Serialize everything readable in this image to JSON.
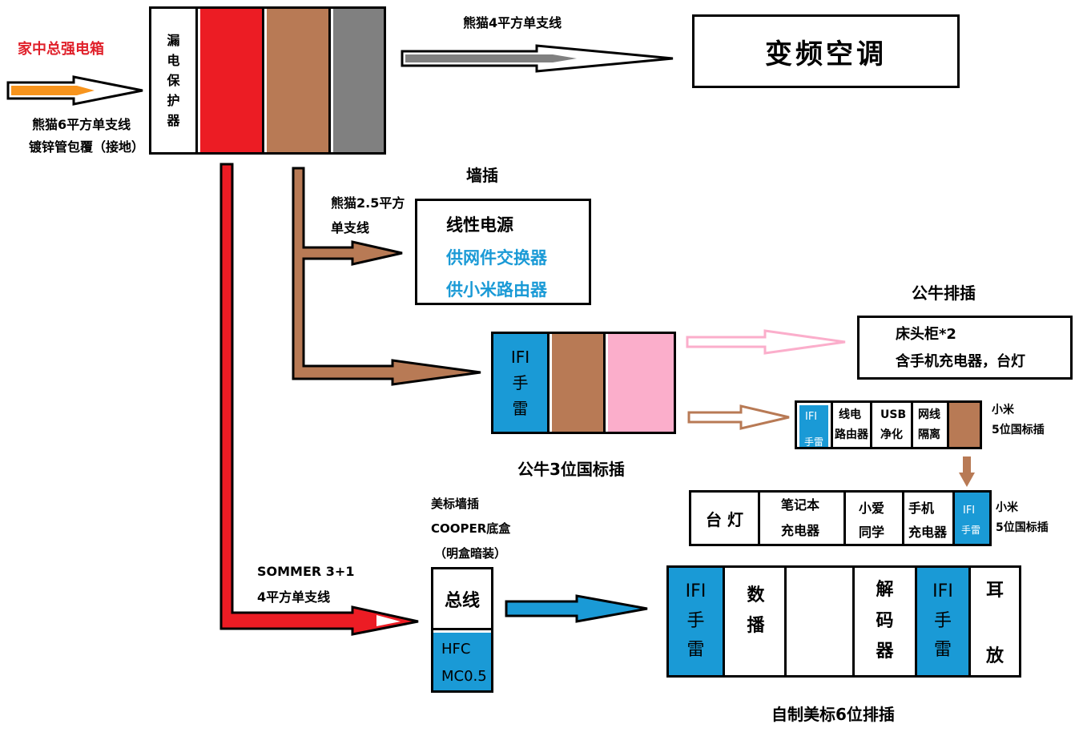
{
  "colors": {
    "red": "#ec1c24",
    "brown": "#b87a55",
    "gray": "#808080",
    "blue": "#1a9ad6",
    "pink": "#fbaecb",
    "orange": "#f7941d",
    "label_red": "#e0212b",
    "label_blue": "#1a9ad6"
  },
  "source": {
    "label": "家中总强电箱",
    "cable_line1": "熊猫6平方单支线",
    "cable_line2": "镀锌管包覆（接地）"
  },
  "breaker": {
    "chars": [
      "漏",
      "电",
      "保",
      "护",
      "器"
    ]
  },
  "ac": {
    "cable": "熊猫4平方单支线",
    "title": "变频空调"
  },
  "wall": {
    "title": "墙插",
    "cable_line1": "熊猫2.5平方",
    "cable_line2": "单支线",
    "line1": "线性电源",
    "line2": "供网件交换器",
    "line3": "供小米路由器"
  },
  "bull3": {
    "ifi": "IFI",
    "ifi_chars": [
      "手",
      "雷"
    ],
    "caption": "公牛3位国标插"
  },
  "bull_strip": {
    "title": "公牛排插",
    "line1": "床头柜*2",
    "line2": "含手机充电器，台灯"
  },
  "mi_top": {
    "ifi": "IFI",
    "ifi_sub": "手雷",
    "cells": [
      [
        "线电",
        "路由器"
      ],
      [
        "USB",
        "净化"
      ],
      [
        "网线",
        "隔离"
      ]
    ],
    "side_line1": "小米",
    "side_line2": "5位国标插"
  },
  "mi_bottom": {
    "lamp": "台 灯",
    "cells": [
      [
        "笔记本",
        "充电器"
      ],
      [
        "小爱",
        "同学"
      ],
      [
        "手机",
        "充电器"
      ]
    ],
    "ifi": "IFI",
    "ifi_sub": "手雷",
    "side_line1": "小米",
    "side_line2": "5位国标插"
  },
  "sommer": {
    "line1": "SOMMER 3+1",
    "line2": "4平方单支线"
  },
  "us_outlet": {
    "line1": "美标墙插",
    "line2": "COOPER底盒",
    "line3": "（明盒暗装）",
    "bus": "总线",
    "hfc1": "HFC",
    "hfc2": "MC0.5"
  },
  "six_strip": {
    "ifi1": "IFI",
    "ifi1_chars": [
      "手",
      "雷"
    ],
    "digital_chars": [
      "数",
      "播"
    ],
    "decoder_chars": [
      "解",
      "码",
      "器"
    ],
    "ifi2": "IFI",
    "ifi2_chars": [
      "手",
      "雷"
    ],
    "amp_chars": [
      "耳",
      "放"
    ],
    "caption": "自制美标6位排插"
  }
}
